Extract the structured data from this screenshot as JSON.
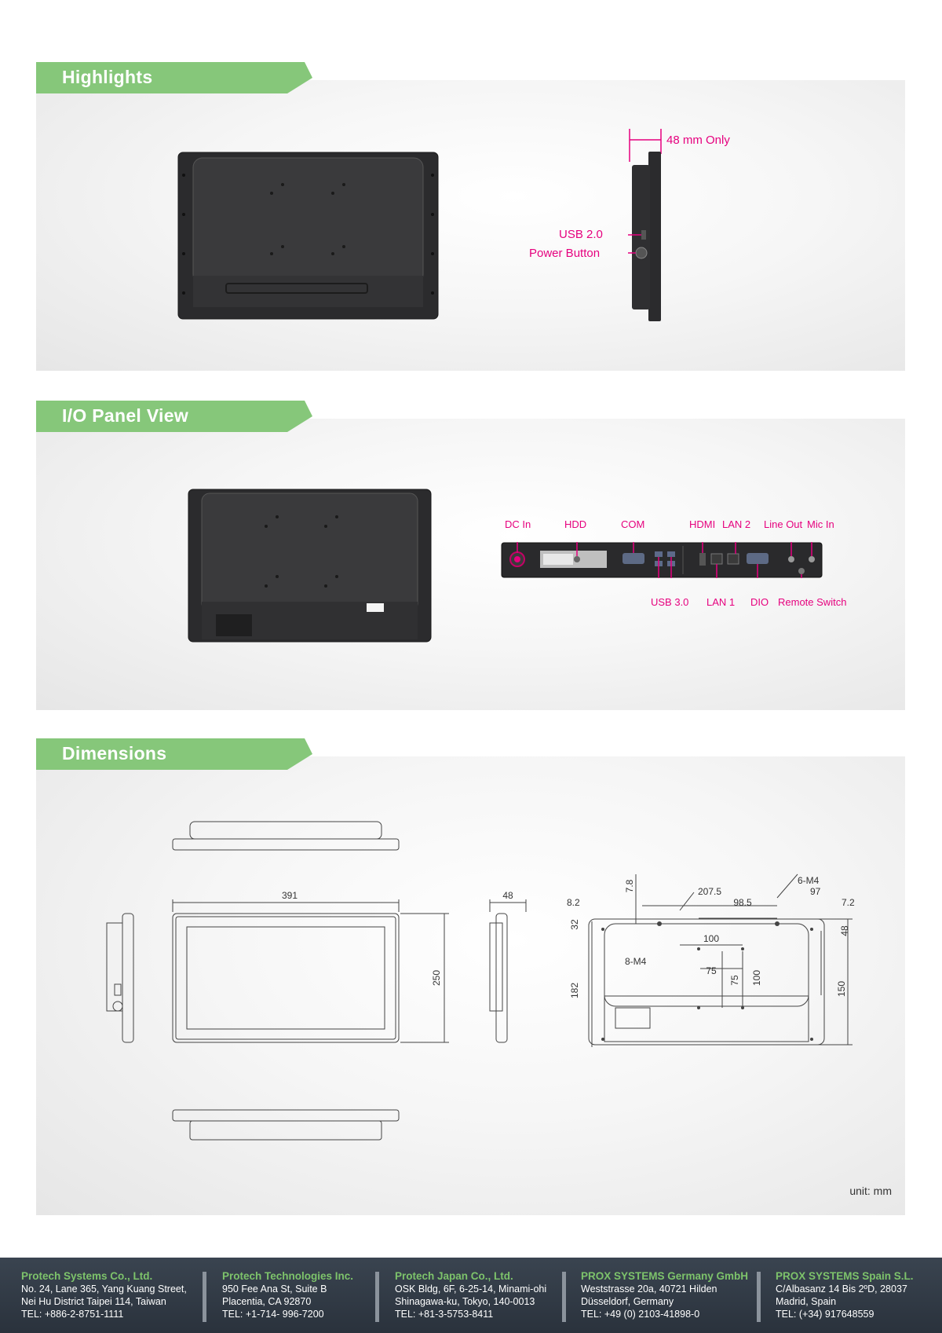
{
  "sections": {
    "highlights": "Highlights",
    "io_panel": "I/O Panel View",
    "dimensions": "Dimensions"
  },
  "highlights": {
    "depth_label": "48 mm Only",
    "usb_label": "USB 2.0",
    "power_label": "Power Button"
  },
  "io_ports": {
    "dc_in": "DC In",
    "hdd": "HDD",
    "com": "COM",
    "hdmi": "HDMI",
    "lan2": "LAN 2",
    "line_out": "Line Out",
    "mic_in": "Mic In",
    "usb30": "USB 3.0",
    "lan1": "LAN 1",
    "dio": "DIO",
    "remote_switch": "Remote Switch"
  },
  "dimensions": {
    "width": "391",
    "height": "250",
    "depth": "48",
    "d_7_8": "7.8",
    "d_6m4": "6-M4",
    "d_207_5": "207.5",
    "d_97": "97",
    "d_8_2": "8.2",
    "d_98_5": "98.5",
    "d_7_2": "7.2",
    "d_32": "32",
    "d_48b": "48",
    "d_100h": "100",
    "d_8m4": "8-M4",
    "d_75h": "75",
    "d_75v": "75",
    "d_100v": "100",
    "d_182": "182",
    "d_150": "150",
    "unit": "unit: mm"
  },
  "footer": [
    {
      "name": "Protech Systems Co., Ltd.",
      "line1": "No. 24, Lane 365, Yang Kuang Street,",
      "line2": "Nei Hu District Taipei 114, Taiwan",
      "tel": "TEL: +886-2-8751-1111"
    },
    {
      "name": "Protech Technologies Inc.",
      "line1": "950 Fee Ana St, Suite B",
      "line2": "Placentia, CA 92870",
      "tel": "TEL: +1-714- 996-7200"
    },
    {
      "name": "Protech Japan Co., Ltd.",
      "line1": "OSK Bldg, 6F, 6-25-14, Minami-ohi",
      "line2": "Shinagawa-ku, Tokyo, 140-0013",
      "tel": "TEL: +81-3-5753-8411"
    },
    {
      "name": "PROX SYSTEMS Germany GmbH",
      "line1": "Weststrasse 20a, 40721 Hilden",
      "line2": "Düsseldorf, Germany",
      "tel": "TEL: +49 (0) 2103-41898-0"
    },
    {
      "name": "PROX SYSTEMS Spain S.L.",
      "line1": "C/Albasanz 14 Bis 2ºD, 28037",
      "line2": "Madrid, Spain",
      "tel": "TEL: (+34) 917648559"
    }
  ],
  "colors": {
    "tab_green": "#86c77a",
    "accent_magenta": "#e6007e",
    "footer_bg": "#2f3842",
    "footer_name": "#7dc36b"
  }
}
